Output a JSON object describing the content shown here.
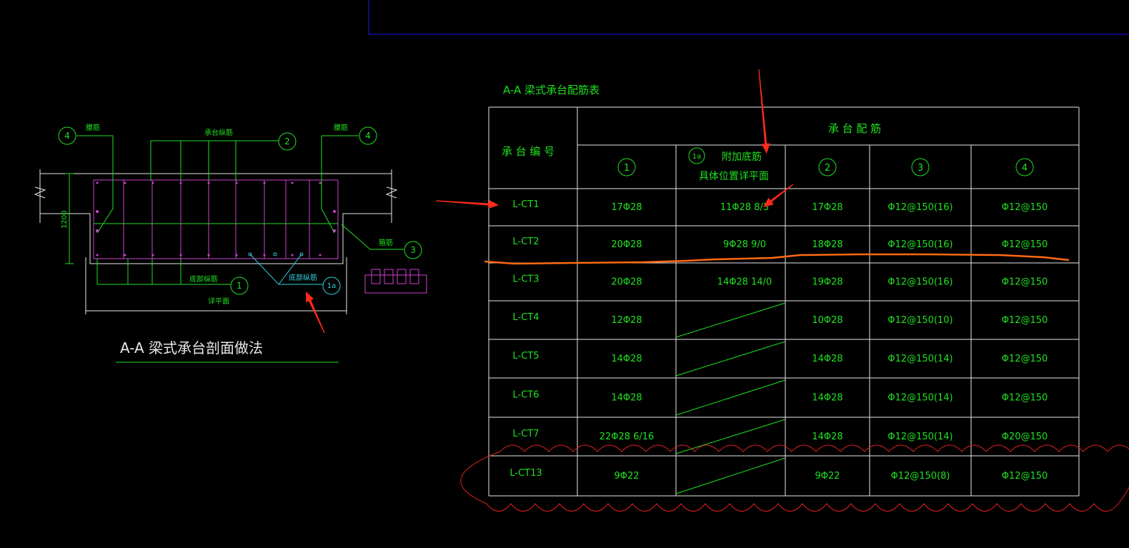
{
  "colors": {
    "background": "#000000",
    "cad_green": "#20e020",
    "cad_white": "#e8e8e8",
    "cad_magenta": "#d040d0",
    "cad_cyan": "#30d0e0",
    "cad_blue": "#1414c8",
    "revision_red": "#e02020",
    "arrow_red": "#ff2a1a",
    "markup_orange": "#ff6a10"
  },
  "section": {
    "title": "A-A 梁式承台剖面做法",
    "dimension_height": "1200",
    "bottom_note": "详平面",
    "labels": {
      "top_left": "腰筋",
      "top_center": "承台纵筋",
      "top_right": "腰筋",
      "right_mid": "箍筋",
      "bottom_1": "底部纵筋",
      "bottom_1a": "底部纵筋"
    },
    "callouts": {
      "c4_left": "4",
      "c2": "2",
      "c4_right": "4",
      "c3": "3",
      "c1": "1",
      "c1a": "1a"
    }
  },
  "table": {
    "title": "A-A 梁式承台配筋表",
    "header_id": "承 台 编 号",
    "header_group": "承 台 配 筋",
    "columns": [
      {
        "circle": "1",
        "note": ""
      },
      {
        "circle": "1a",
        "note": "附加底筋",
        "note2": "具体位置详平面"
      },
      {
        "circle": "2",
        "note": ""
      },
      {
        "circle": "3",
        "note": ""
      },
      {
        "circle": "4",
        "note": ""
      }
    ],
    "rows": [
      {
        "id": "L-CT1",
        "c1": "17Φ28",
        "c1a": "11Φ28 8/3",
        "c2": "17Φ28",
        "c3": "Φ12@150(16)",
        "c4": "Φ12@150"
      },
      {
        "id": "L-CT2",
        "c1": "20Φ28",
        "c1a": "9Φ28 9/0",
        "c2": "18Φ28",
        "c3": "Φ12@150(16)",
        "c4": "Φ12@150"
      },
      {
        "id": "L-CT3",
        "c1": "20Φ28",
        "c1a": "14Φ28 14/0",
        "c2": "19Φ28",
        "c3": "Φ12@150(16)",
        "c4": "Φ12@150"
      },
      {
        "id": "L-CT4",
        "c1": "12Φ28",
        "c1a": "",
        "c2": "10Φ28",
        "c3": "Φ12@150(10)",
        "c4": "Φ12@150"
      },
      {
        "id": "L-CT5",
        "c1": "14Φ28",
        "c1a": "",
        "c2": "14Φ28",
        "c3": "Φ12@150(14)",
        "c4": "Φ12@150"
      },
      {
        "id": "L-CT6",
        "c1": "14Φ28",
        "c1a": "",
        "c2": "14Φ28",
        "c3": "Φ12@150(14)",
        "c4": "Φ12@150"
      },
      {
        "id": "L-CT7",
        "c1": "22Φ28 6/16",
        "c1a": "",
        "c2": "14Φ28",
        "c3": "Φ12@150(14)",
        "c4": "Φ20@150"
      },
      {
        "id": "L-CT13",
        "c1": "9Φ22",
        "c1a": "",
        "c2": "9Φ22",
        "c3": "Φ12@150(8)",
        "c4": "Φ12@150"
      }
    ]
  }
}
